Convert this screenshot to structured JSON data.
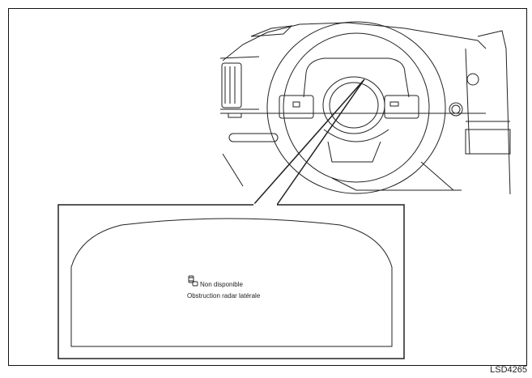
{
  "display": {
    "status": "Non disponible",
    "message": "Obstruction radar latérale",
    "icon": "side-radar-icon"
  },
  "figure_code": "LSD4265"
}
